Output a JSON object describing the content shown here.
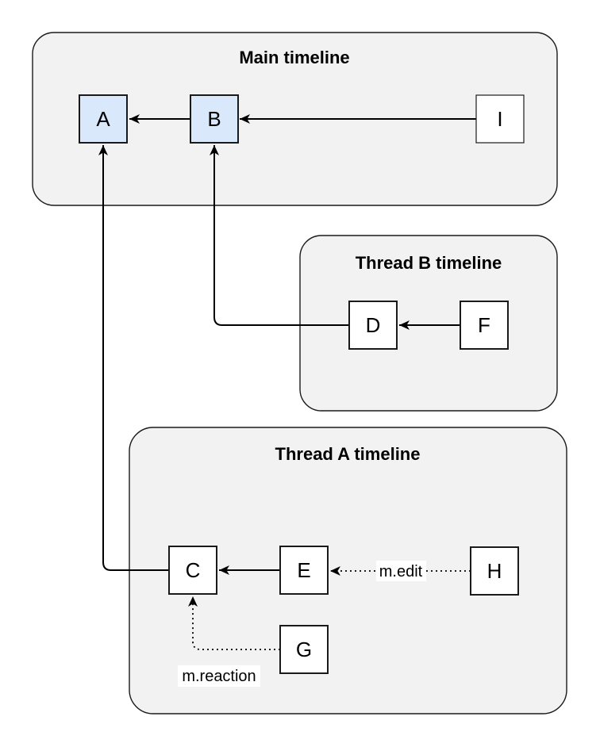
{
  "diagram": {
    "panels": [
      {
        "id": "main-timeline",
        "title": "Main timeline"
      },
      {
        "id": "thread-b-timeline",
        "title": "Thread B timeline"
      },
      {
        "id": "thread-a-timeline",
        "title": "Thread A timeline"
      }
    ],
    "nodes": [
      {
        "id": "A",
        "label": "A",
        "timeline": "main-timeline",
        "highlighted": true
      },
      {
        "id": "B",
        "label": "B",
        "timeline": "main-timeline",
        "highlighted": true
      },
      {
        "id": "I",
        "label": "I",
        "timeline": "main-timeline",
        "highlighted": false
      },
      {
        "id": "D",
        "label": "D",
        "timeline": "thread-b-timeline",
        "highlighted": false
      },
      {
        "id": "F",
        "label": "F",
        "timeline": "thread-b-timeline",
        "highlighted": false
      },
      {
        "id": "C",
        "label": "C",
        "timeline": "thread-a-timeline",
        "highlighted": false
      },
      {
        "id": "E",
        "label": "E",
        "timeline": "thread-a-timeline",
        "highlighted": false
      },
      {
        "id": "H",
        "label": "H",
        "timeline": "thread-a-timeline",
        "highlighted": false
      },
      {
        "id": "G",
        "label": "G",
        "timeline": "thread-a-timeline",
        "highlighted": false
      }
    ],
    "edges": [
      {
        "from": "B",
        "to": "A",
        "style": "solid"
      },
      {
        "from": "I",
        "to": "B",
        "style": "solid"
      },
      {
        "from": "F",
        "to": "D",
        "style": "solid"
      },
      {
        "from": "D",
        "to": "B",
        "style": "solid"
      },
      {
        "from": "E",
        "to": "C",
        "style": "solid"
      },
      {
        "from": "C",
        "to": "A",
        "style": "solid"
      },
      {
        "from": "H",
        "to": "E",
        "style": "dotted",
        "label": "m.edit"
      },
      {
        "from": "G",
        "to": "C",
        "style": "dotted",
        "label": "m.reaction"
      }
    ],
    "colors": {
      "panel_fill": "#f2f2f2",
      "panel_stroke": "#1a1a1a",
      "node_fill": "#ffffff",
      "node_highlight_fill": "#dae8fc",
      "node_stroke": "#1a1a1a",
      "edge_color": "#000000",
      "label_bg": "#ffffff",
      "text_color": "#000000",
      "page_background": "#ffffff"
    }
  }
}
